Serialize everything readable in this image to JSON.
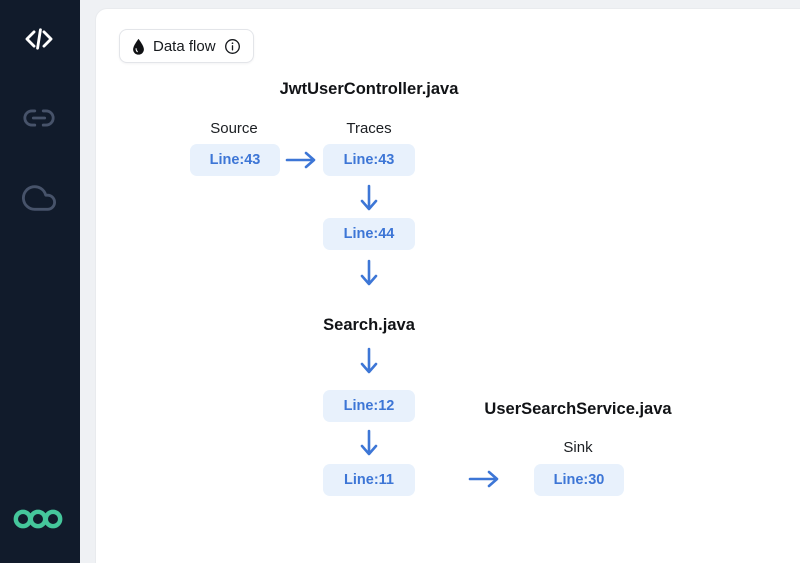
{
  "sidebar": {
    "items": [
      {
        "icon": "code-icon",
        "active": true
      },
      {
        "icon": "link-icon",
        "active": false
      },
      {
        "icon": "cloud-icon",
        "active": false
      }
    ],
    "logo": "three-rings-logo"
  },
  "header": {
    "badge": {
      "label": "Data flow",
      "leading_icon": "droplet-icon",
      "trailing_icon": "info-icon"
    }
  },
  "diagram": {
    "files": [
      {
        "title": "JwtUserController.java",
        "source_label": "Source",
        "traces_label": "Traces",
        "source_node": "Line:43",
        "trace_nodes": [
          "Line:43",
          "Line:44"
        ]
      },
      {
        "title": "Search.java",
        "trace_nodes": [
          "Line:12",
          "Line:11"
        ]
      },
      {
        "title": "UserSearchService.java",
        "sink_label": "Sink",
        "sink_node": "Line:30"
      }
    ]
  },
  "colors": {
    "sidebar_bg": "#111b2b",
    "accent_blue": "#3d76d6",
    "node_bg": "#e8f1fc",
    "logo_green": "#45c69b",
    "icon_gray": "#47536a"
  }
}
